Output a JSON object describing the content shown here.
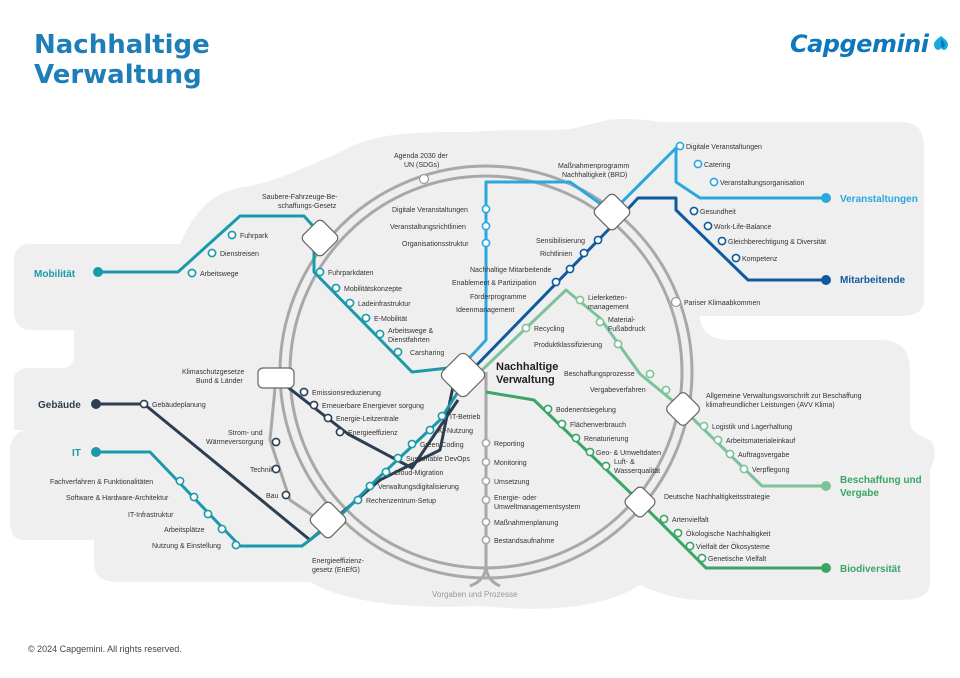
{
  "title_line1": "Nachhaltige",
  "title_line2": "Verwaltung",
  "logo_text": "Capgemini",
  "copyright": "© 2024 Capgemini. All rights reserved.",
  "colors": {
    "navy": "#0d5a9e",
    "lightblue": "#29a8df",
    "teal": "#1a9aa8",
    "green": "#3aa566",
    "lightgreen": "#7cc39a",
    "dark": "#2c3e50",
    "gray": "#a8a8a8",
    "bg": "#efefef"
  },
  "center": {
    "line1": "Nachhaltige",
    "line2": "Verwaltung"
  },
  "circle_label": "Vorgaben und Prozesse",
  "hubs": {
    "sdg": [
      "Agenda 2030 der",
      "UN (SDGs)"
    ],
    "massnahmen": [
      "Maßnahmenprogramm",
      "Nachhaltigkeit (BRD)"
    ],
    "saubere": [
      "Saubere-Fahrzeuge-Be-",
      "schaffungs-Gesetz"
    ],
    "klima": [
      "Klimaschutzgesetze",
      "Bund & Länder"
    ],
    "paris": [
      "Pariser Klimaabkommen"
    ],
    "avv": [
      "Allgemeine Verwaltungsvorschrift zur Beschaffung",
      "klimafreundlicher Leistungen (AVV Klima)"
    ],
    "dns": [
      "Deutsche Nachhaltigkeitsstrategie"
    ],
    "enefg": [
      "Energieeffizienz-",
      "gesetz (EnEfG)"
    ]
  },
  "terminals": {
    "mobilitaet": "Mobilität",
    "gebaeude": "Gebäude",
    "it": "IT",
    "veranstaltungen": "Veranstaltungen",
    "mitarbeitende": "Mitarbeitende",
    "beschaffung1": "Beschaffung und",
    "beschaffung2": "Vergabe",
    "biodiversitaet": "Biodiversität"
  },
  "stations": {
    "veranstaltungen_outer": [
      "Digitale Veranstaltungen",
      "Catering",
      "Veranstaltungsorganisation"
    ],
    "veranstaltungen_inner": [
      "Digitale Veranstaltungen",
      "Veranstaltungsrichtlinien",
      "Organisationsstruktur"
    ],
    "mitarbeitende_outer": [
      "Gesundheit",
      "Work-Life-Balance",
      "Gleichberechtigung & Diversität",
      "Kompetenz"
    ],
    "mitarbeitende_inner": [
      "Sensibilisierung",
      "Richtlinien",
      "Nachhaltige Mitarbeitende",
      "Enablement & Partizipation",
      "Förderprogramme",
      "Ideenmanagement"
    ],
    "mobilitaet_outer": [
      "Fuhrpark",
      "Dienstreisen",
      "Arbeitswege"
    ],
    "mobilitaet_inner": [
      "Fuhrparkdaten",
      "Mobilitätskonzepte",
      "Ladeinfrastruktur",
      "E-Mobilität",
      "Arbeitswege &",
      "Dienstfahrten",
      "Carsharing"
    ],
    "gebaeude_outer": [
      "Gebäudeplanung"
    ],
    "gebaeude_inner": [
      "Emissionsreduzierung",
      "Erneuerbare Energiever sorgung",
      "Energie-Leitzentrale",
      "Energieeffizienz"
    ],
    "gebaeude_left": [
      "Strom- und",
      "Wärmeversorgung",
      "Technik",
      "Bau"
    ],
    "it_outer": [
      "Software & Hardware-Architektur",
      "Fachverfahren & Funktionalitäten",
      "IT-Infrastruktur",
      "Arbeitsplätze",
      "Nutzung & Einstellung"
    ],
    "it_inner": [
      "IT-Betrieb",
      "KI-Nutzung",
      "Green Coding",
      "Sustainable DevOps",
      "Cloud-Migration",
      "Verwaltungsdigitalisierung",
      "Rechenzentrum-Setup"
    ],
    "prozesse": [
      "Reporting",
      "Monitoring",
      "Umsetzung",
      "Energie- oder",
      "Umweltmanagementsystem",
      "Maßnahmenplanung",
      "Bestandsaufnahme"
    ],
    "beschaffung_inner": [
      "Recycling",
      "Lieferketten-",
      "management",
      "Material-",
      "Fußabdruck",
      "Produktklassifizierung",
      "Beschaffungsprozesse",
      "Vergabeverfahren"
    ],
    "beschaffung_outer": [
      "Logistik und Lagerhaltung",
      "Arbeitsmaterialeinkauf",
      "Auftragsvergabe",
      "Verpflegung"
    ],
    "bio_inner": [
      "Bodenentsiegelung",
      "Flächenverbrauch",
      "Renaturierung",
      "Geo- & Umweltdaten",
      "Luft- &",
      "Wasserqualität"
    ],
    "bio_outer": [
      "Artenvielfalt",
      "Ökologische Nachhaltigkeit",
      "Vielfalt der Ökosysteme",
      "Genetische Vielfalt"
    ]
  }
}
